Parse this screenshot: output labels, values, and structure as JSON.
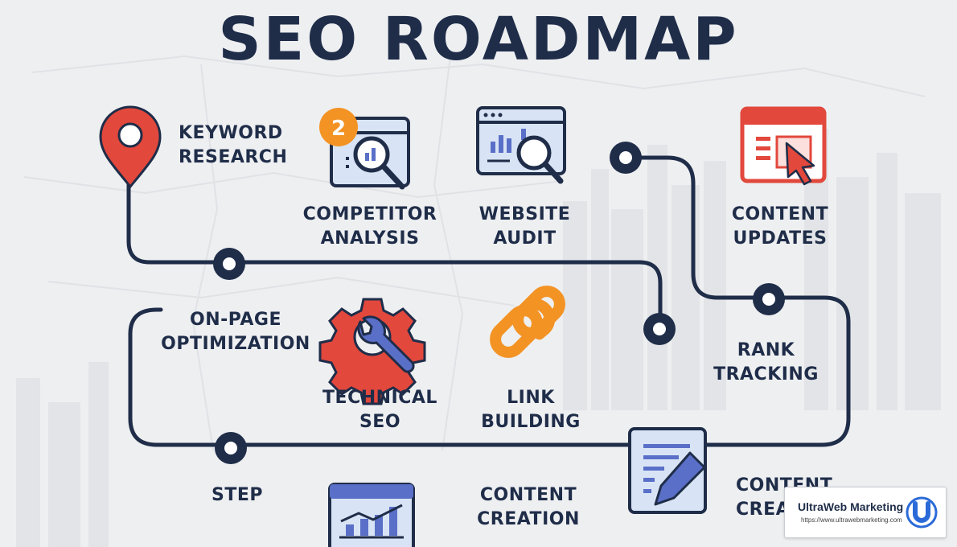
{
  "title": "SEO ROADMAP",
  "steps": {
    "keyword_research": [
      "KEYWORD",
      "RESEARCH"
    ],
    "competitor_analysis": [
      "COMPETITOR",
      "ANALYSIS"
    ],
    "competitor_badge": "2",
    "website_audit": [
      "WEBSITE",
      "AUDIT"
    ],
    "content_updates": [
      "CONTENT",
      "UPDATES"
    ],
    "on_page": [
      "ON-PAGE",
      "OPTIMIZATION"
    ],
    "technical_seo": [
      "TECHNICAL",
      "SEO"
    ],
    "link_building": [
      "LINK",
      "BUILDING"
    ],
    "rank_tracking": [
      "RANK",
      "TRACKING"
    ],
    "step": "STEP",
    "content_creation": [
      "CONTENT",
      "CREATION"
    ],
    "content_crea_partial": [
      "CONTENT",
      "CREA"
    ]
  },
  "brand": {
    "name": "UltraWeb Marketing",
    "url": "https://www.ultrawebmarketing.com"
  },
  "colors": {
    "navy": "#1f2d49",
    "red": "#e2483c",
    "orange": "#f39324",
    "blue": "#5a6fc7",
    "light_blue": "#d8e4f5",
    "background": "#eeeff1"
  }
}
